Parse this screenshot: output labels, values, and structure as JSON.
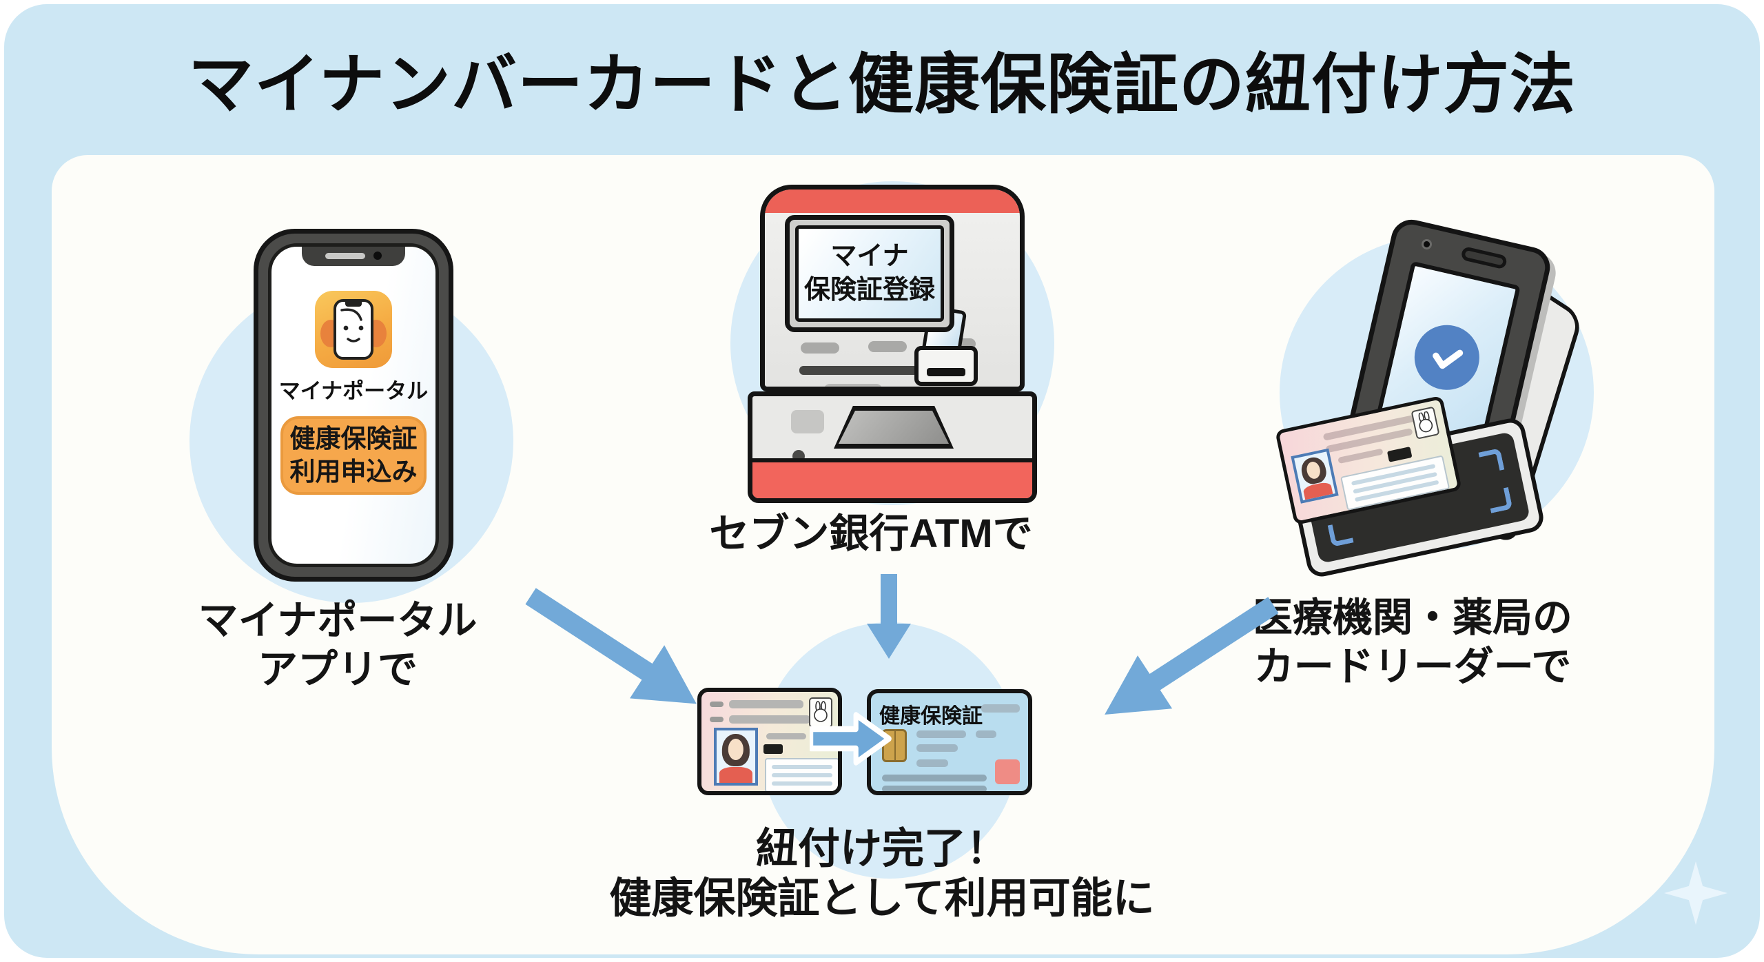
{
  "title": "マイナンバーカードと健康保険証の紐付け方法",
  "methods": {
    "phone": {
      "app_name": "マイナポータル",
      "button_line1": "健康保険証",
      "button_line2": "利用申込み",
      "caption_line1": "マイナポータル",
      "caption_line2": "アプリで"
    },
    "atm": {
      "screen_line1": "マイナ",
      "screen_line2": "保険証登録",
      "caption": "セブン銀行ATMで"
    },
    "reader": {
      "caption_line1": "医療機関・薬局の",
      "caption_line2": "カードリーダーで"
    }
  },
  "result": {
    "insurance_card_label": "健康保険証",
    "caption_line1": "紐付け完了！",
    "caption_line2": "健康保険証として利用可能に"
  },
  "colors": {
    "background_blue": "#cde7f4",
    "panel_white": "#fdfdf9",
    "halo_blue": "#d8ecf8",
    "arrow_blue": "#72a9d8",
    "atm_red": "#ec6157",
    "app_icon_orange": "#f5ab43",
    "button_orange": "#f6a74c",
    "check_blue": "#5282c4",
    "insurance_card_blue": "#b9ddef",
    "mynumber_card_pink": "#f7d9dd",
    "text_black": "#111111"
  }
}
